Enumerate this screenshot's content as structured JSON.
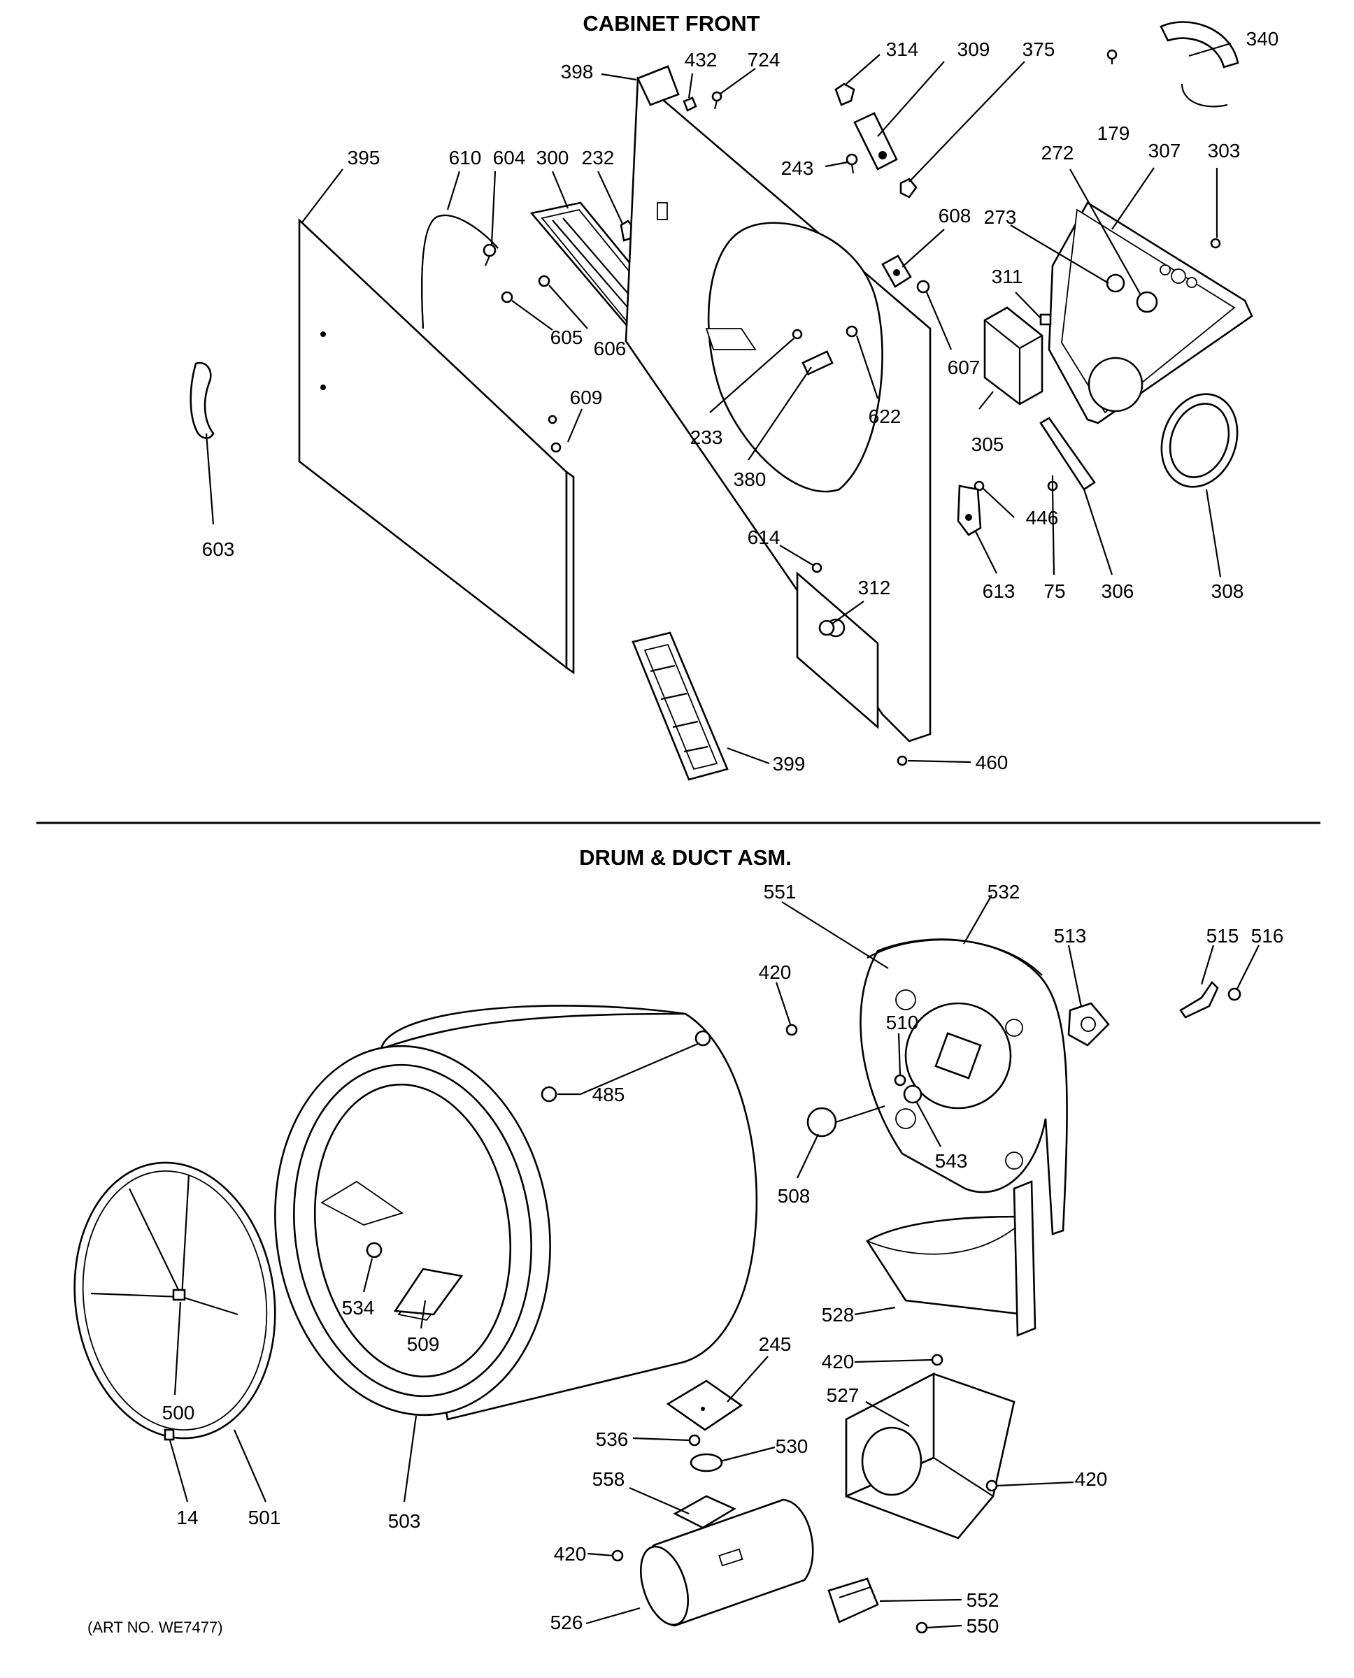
{
  "sections": {
    "cabinet_front": {
      "title": "CABINET FRONT"
    },
    "drum_duct": {
      "title": "DRUM & DUCT ASM."
    }
  },
  "art_number": "(ART NO. WE7477)",
  "callouts": {
    "c395": "395",
    "c610": "610",
    "c604": "604",
    "c300": "300",
    "c232": "232",
    "c398": "398",
    "c432": "432",
    "c724": "724",
    "c314": "314",
    "c309": "309",
    "c375": "375",
    "c340": "340",
    "c179": "179",
    "c307": "307",
    "c303": "303",
    "c272": "272",
    "c273": "273",
    "c243": "243",
    "c608": "608",
    "c311": "311",
    "c605": "605",
    "c606": "606",
    "c607": "607",
    "c305": "305",
    "c622": "622",
    "c233": "233",
    "c380": "380",
    "c609": "609",
    "c603": "603",
    "c446": "446",
    "c613": "613",
    "c75": "75",
    "c306": "306",
    "c308": "308",
    "c614": "614",
    "c312": "312",
    "c399": "399",
    "c460": "460",
    "c551": "551",
    "c532": "532",
    "c513": "513",
    "c515": "515",
    "c516": "516",
    "c420a": "420",
    "c510": "510",
    "c485": "485",
    "c543": "543",
    "c508": "508",
    "c534": "534",
    "c509": "509",
    "c500": "500",
    "c528": "528",
    "c420b": "420",
    "c245": "245",
    "c527": "527",
    "c536": "536",
    "c530": "530",
    "c558": "558",
    "c420c": "420",
    "c420d": "420",
    "c14": "14",
    "c501": "501",
    "c503": "503",
    "c526": "526",
    "c552": "552",
    "c550": "550"
  }
}
